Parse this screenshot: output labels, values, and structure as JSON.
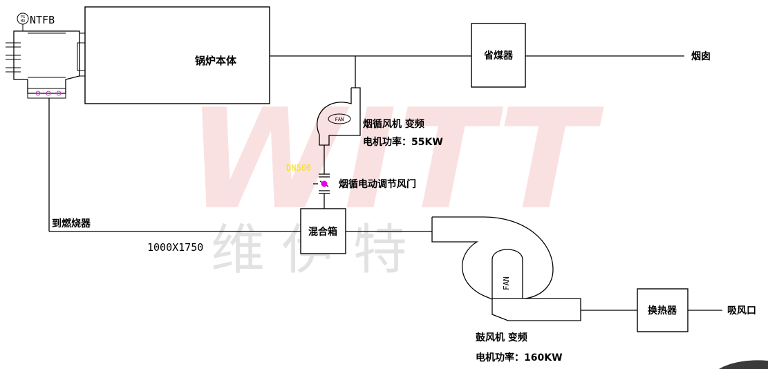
{
  "labels": {
    "boiler": "锅炉本体",
    "economizer": "省煤器",
    "chimney": "烟囱",
    "flue_fan_name": "烟循风机 变频",
    "flue_fan_power": "电机功率：55KW",
    "damper_size": "DN500",
    "damper_name": "烟循电动调节风门",
    "to_burner": "到燃烧器",
    "duct_size": "1000X1750",
    "mix_box": "混合箱",
    "blower_name": "鼓风机 变频",
    "blower_power": "电机功率：160KW",
    "heat_exchanger": "换热器",
    "air_intake": "吸风口",
    "fan_small": "FAN",
    "fan_large": "FAN",
    "burner_tag": "NTFB",
    "gauge_top": "PG",
    "gauge_bottom": "MO"
  },
  "watermark": {
    "brand": "WITT",
    "chinese": "维 伊 特"
  },
  "colors": {
    "line": "#000000",
    "damper_label": "#f2e200",
    "damper_marker": "#e600e6",
    "watermark_red": "#e54b4b",
    "watermark_gray": "#9a9a9a"
  }
}
